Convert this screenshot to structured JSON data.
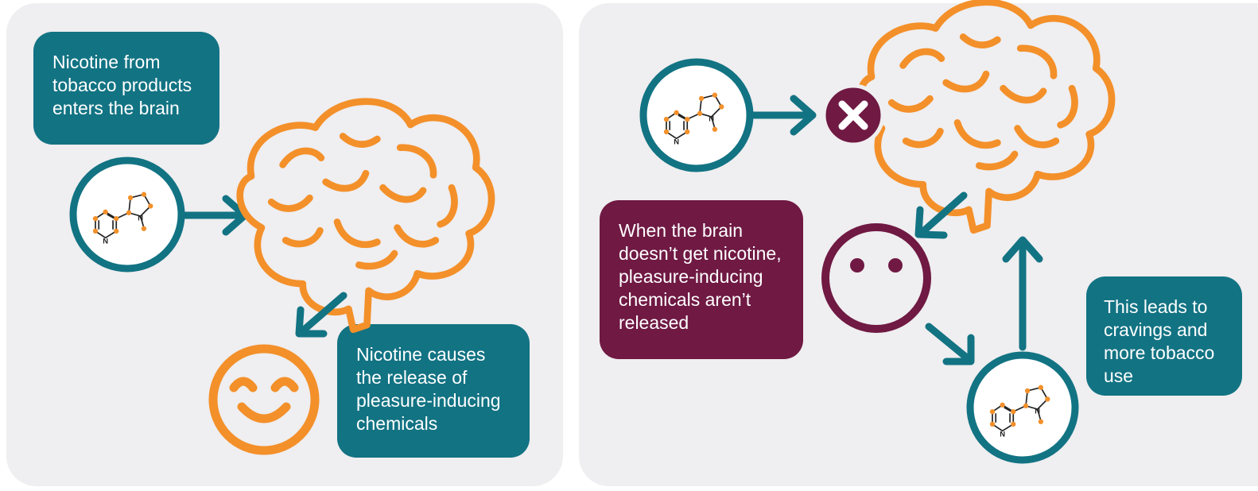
{
  "colors": {
    "teal": "#127383",
    "orange": "#f3902a",
    "plum": "#6f1943",
    "panel_bg": "#efeef0"
  },
  "left_panel": {
    "intro_text": "Nicotine from\ntobacco products\nenters the brain",
    "release_text": "Nicotine causes\nthe release of\npleasure-inducing\nchemicals",
    "icons": [
      "nicotine-molecule-icon",
      "brain-icon",
      "smiling-face-icon"
    ]
  },
  "right_panel": {
    "withdrawal_text": "When the brain\ndoesn’t get nicotine,\npleasure-inducing\nchemicals aren’t\nreleased",
    "craving_text": "This leads to\ncravings and\nmore tobacco\nuse",
    "icons": [
      "nicotine-molecule-icon",
      "blocked-x-icon",
      "brain-icon",
      "neutral-face-icon"
    ]
  }
}
